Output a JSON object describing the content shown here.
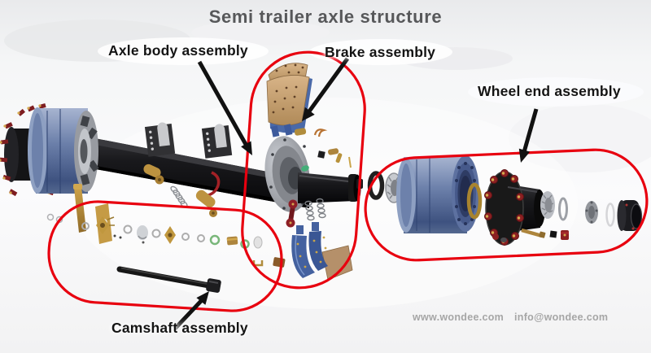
{
  "title": "Semi trailer axle structure",
  "labels": {
    "axle_body": "Axle body assembly",
    "brake": "Brake assembly",
    "wheel_end": "Wheel end assembly",
    "camshaft": "Camshaft assembly"
  },
  "watermark": {
    "website": "www.wondee.com",
    "email": "info@wondee.com"
  },
  "colors": {
    "outline_red": "#e8000f",
    "arrow_black": "#111111",
    "title_gray": "#57585a",
    "label_black": "#141414",
    "watermark_gray": "#a6a6a6",
    "drum_blue": "#6d81ab",
    "brake_lining_tan": "#c49a6c",
    "brake_shoe_blue": "#44619f",
    "brass_gold": "#b8923a",
    "stud_red": "#8c2022",
    "metal_gray": "#9b9ea4"
  }
}
